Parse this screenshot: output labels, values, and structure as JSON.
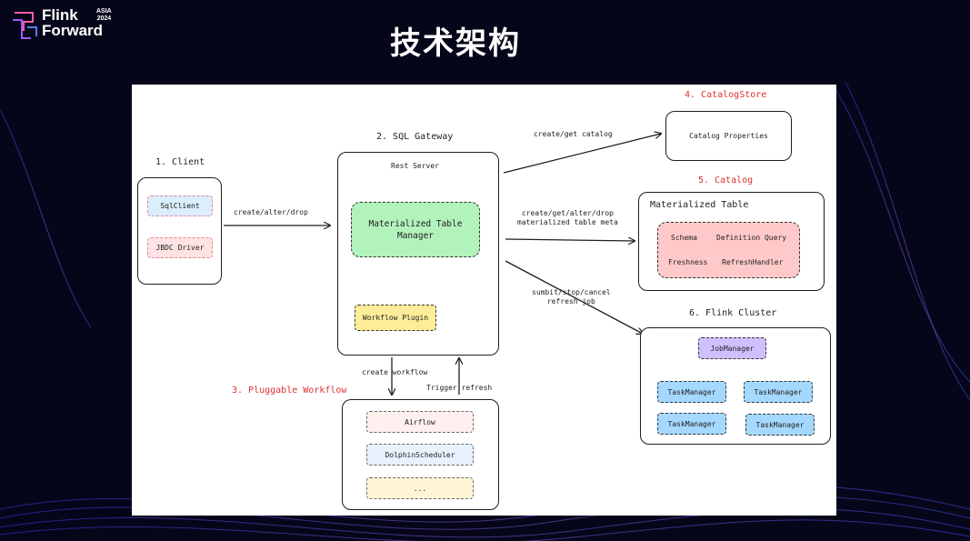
{
  "brand": {
    "line1": "Flink",
    "line2": "Forward",
    "tag_top": "ASIA",
    "tag_bottom": "2024"
  },
  "page_title": "技术架构",
  "diagram": {
    "client": {
      "title": "1. Client",
      "items": [
        "SqlClient",
        "JBDC Driver"
      ]
    },
    "gateway": {
      "title": "2. SQL Gateway",
      "server_label": "Rest Server",
      "manager": "Materialized Table Manager",
      "plugin": "Workflow Plugin"
    },
    "workflow": {
      "title": "3. Pluggable Workflow",
      "items": [
        "Airflow",
        "DolphinScheduler",
        "..."
      ]
    },
    "catalog_store": {
      "title": "4. CatalogStore",
      "content": "Catalog Properties"
    },
    "catalog": {
      "title": "5. Catalog",
      "box_title": "Materialized Table",
      "fields": [
        "Schema",
        "Definition Query",
        "Freshness",
        "RefreshHandler"
      ]
    },
    "cluster": {
      "title": "6. Flink Cluster",
      "job_manager": "JobManager",
      "task_manager": "TaskManager"
    },
    "edges": {
      "client_to_gateway": "create/alter/drop",
      "to_catalog_store": "create/get catalog",
      "to_catalog_line1": "create/get/alter/drop",
      "to_catalog_line2": "materialized table meta",
      "to_cluster_line1": "sumbit/stop/cancel",
      "to_cluster_line2": "refresh job",
      "create_workflow": "create workflow",
      "trigger_refresh": "Trigger refresh"
    }
  },
  "colors": {
    "accent_red": "#e03131",
    "manager_fill": "#b2f2bb",
    "plugin_fill": "#ffec99",
    "catalog_fill": "#ffc9c9",
    "job_manager_fill": "#d0bfff",
    "task_manager_fill": "#a5d8ff"
  }
}
